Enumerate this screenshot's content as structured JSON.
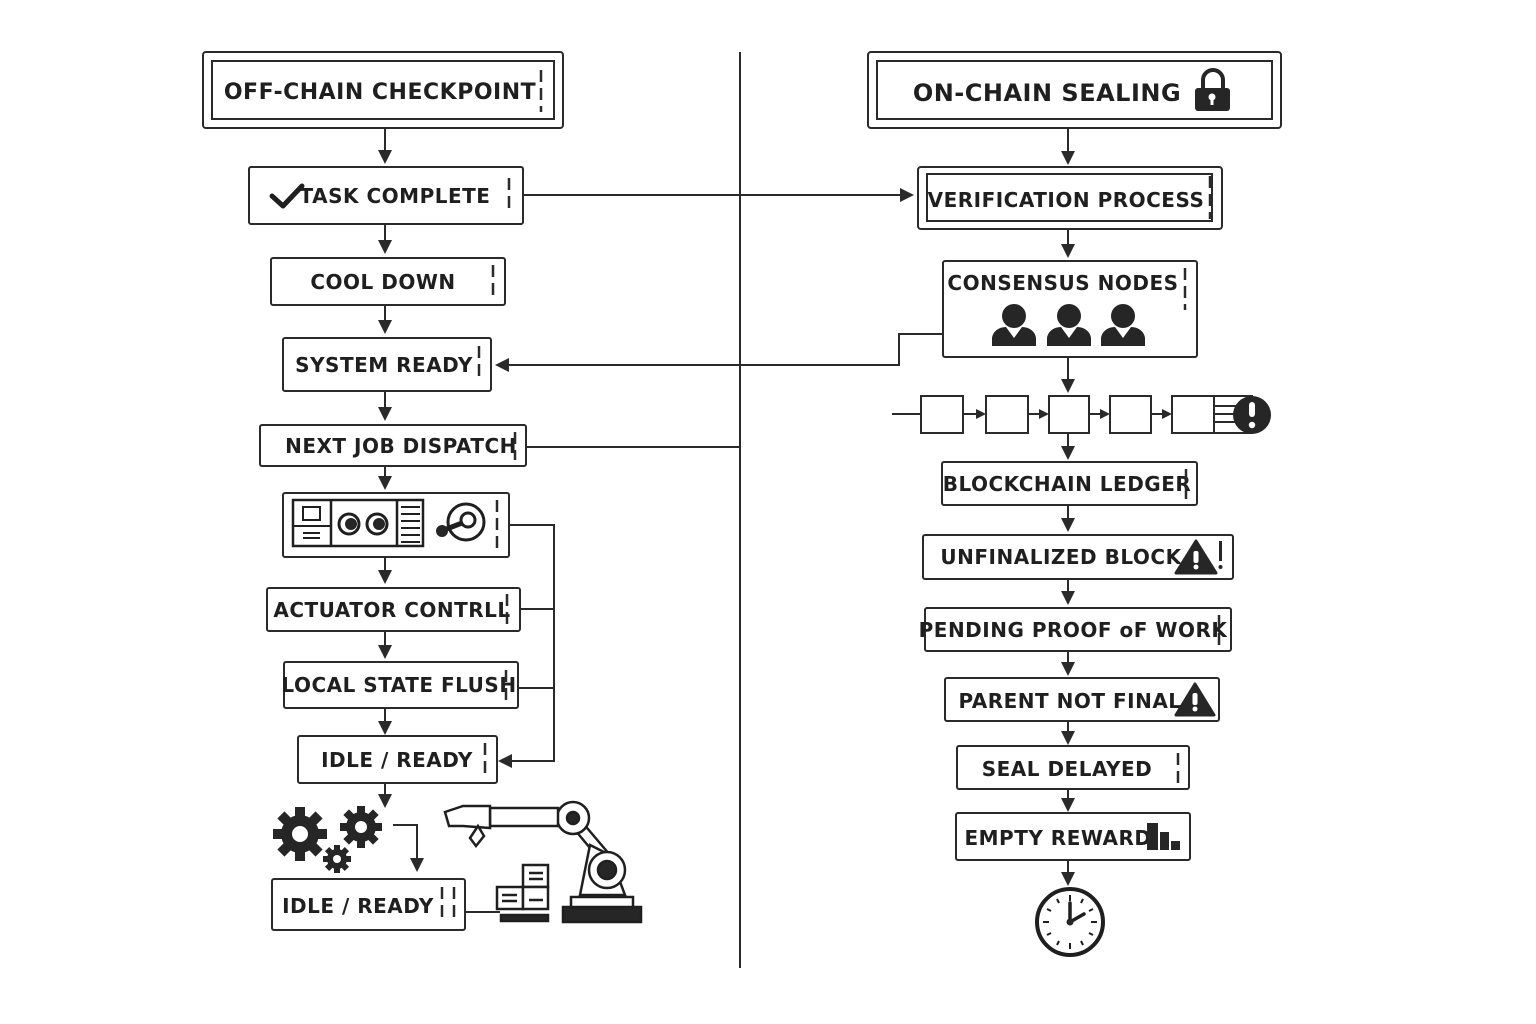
{
  "left": {
    "header": "OFF-CHAIN CHECKPOINT",
    "steps": [
      {
        "label": "TASK COMPLETE",
        "icon": "checkmark-icon"
      },
      {
        "label": "COOL DOWN"
      },
      {
        "label": "SYSTEM READY"
      },
      {
        "label": "NEXT JOB DISPATCH"
      },
      {
        "label": "",
        "icon": "control-panel-icon"
      },
      {
        "label": "ACTUATOR CONTRLL"
      },
      {
        "label": "LOCAL STATE FLUSH"
      },
      {
        "label": "IDLE / READY"
      },
      {
        "label": "IDLE / READY",
        "icon": "gears-icon"
      }
    ],
    "illustration": "robot-arm-icon"
  },
  "right": {
    "header": "ON-CHAIN SEALING",
    "header_icon": "padlock-icon",
    "steps": [
      {
        "label": "VERIFICATION PROCESS"
      },
      {
        "label": "CONSENSUS NODES",
        "icon": "people-icon",
        "count": 3
      },
      {
        "label": "",
        "icon": "block-chain-icon",
        "blocks": 5,
        "alert": "alert-icon"
      },
      {
        "label": "BLOCKCHAIN LEDGER"
      },
      {
        "label": "UNFINALIZED BLOCK",
        "icon": "warning-icon"
      },
      {
        "label": "PENDING PROOF oF WORK"
      },
      {
        "label": "PARENT NOT FINAL",
        "icon": "warning-icon"
      },
      {
        "label": "SEAL DELAYED"
      },
      {
        "label": "EMPTY REWARD",
        "icon": "bar-chart-icon"
      }
    ],
    "end_icon": "clock-icon"
  }
}
